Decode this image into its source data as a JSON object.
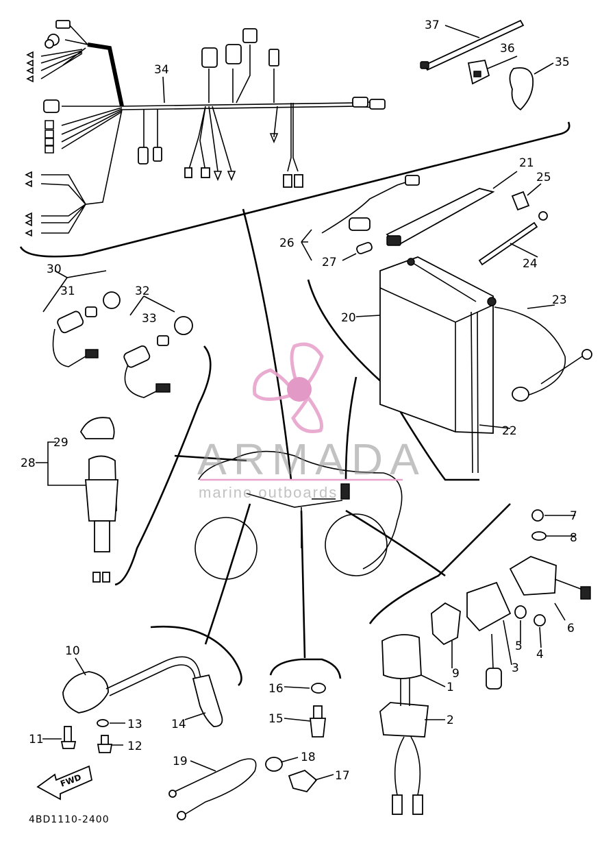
{
  "diagram": {
    "code": "4BD1110-2400",
    "callouts": [
      "1",
      "2",
      "3",
      "4",
      "5",
      "6",
      "7",
      "8",
      "9",
      "10",
      "11",
      "12",
      "13",
      "14",
      "15",
      "16",
      "17",
      "18",
      "19",
      "20",
      "21",
      "22",
      "23",
      "24",
      "25",
      "26",
      "27",
      "28",
      "29",
      "30",
      "31",
      "32",
      "33",
      "34",
      "35",
      "36",
      "37"
    ],
    "fwd_label": "FWD"
  },
  "watermark": {
    "brand": "ARMADA",
    "tagline": "marine outboards",
    "colors": {
      "propeller": "#e8a3cc",
      "hub": "#e08ec0",
      "text": "#8f8f8f"
    }
  }
}
